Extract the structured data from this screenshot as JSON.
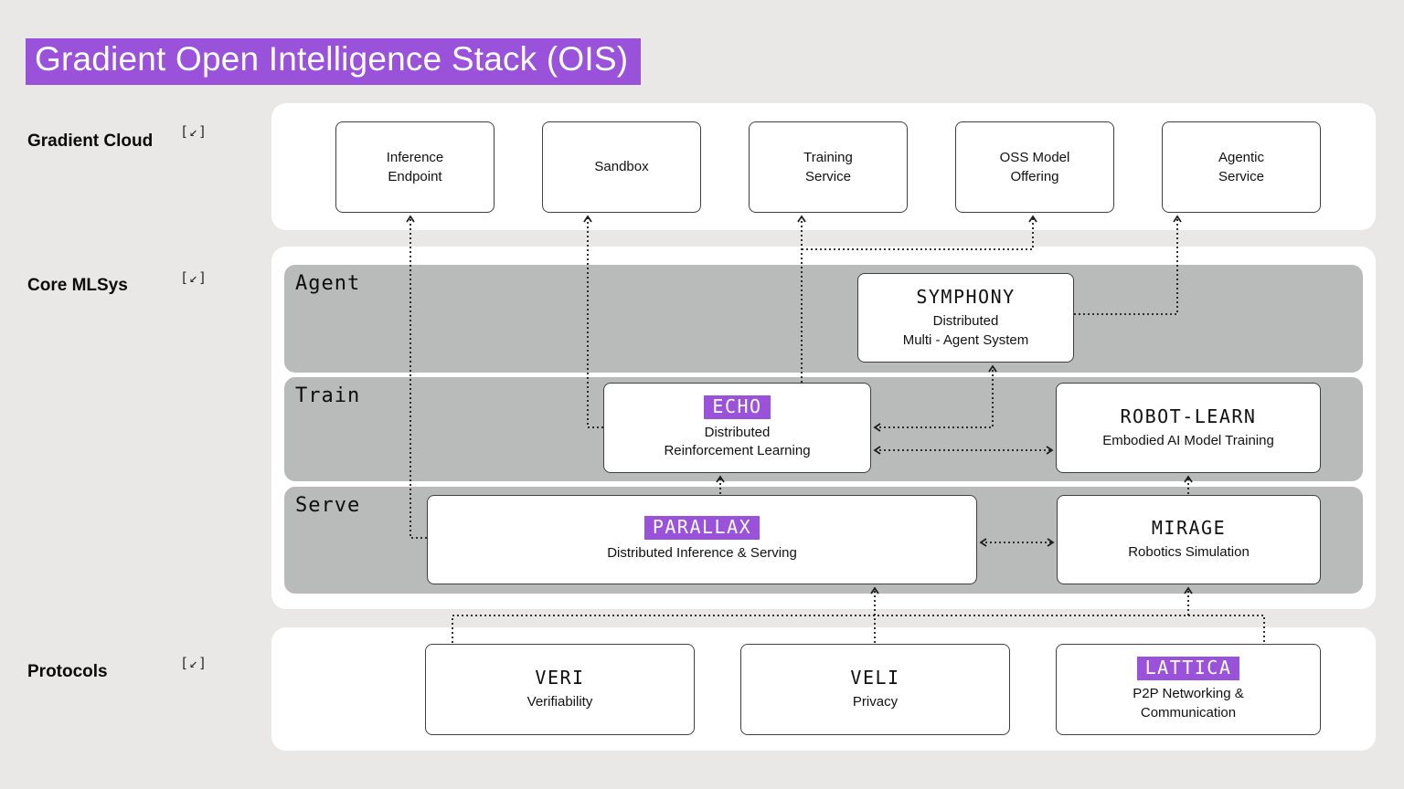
{
  "page_title": "Gradient Open Intelligence Stack (OIS)",
  "row_labels": {
    "cloud": {
      "label": "Gradient Cloud",
      "icon": "[↙]"
    },
    "mlsys": {
      "label": "Core MLSys",
      "icon": "[↙]"
    },
    "protocols": {
      "label": "Protocols",
      "icon": "[↙]"
    }
  },
  "cloud_boxes": [
    {
      "lines": [
        "Inference",
        "Endpoint"
      ]
    },
    {
      "lines": [
        "Sandbox"
      ]
    },
    {
      "lines": [
        "Training",
        "Service"
      ]
    },
    {
      "lines": [
        "OSS Model",
        "Offering"
      ]
    },
    {
      "lines": [
        "Agentic",
        "Service"
      ]
    }
  ],
  "bands": [
    {
      "label": "Agent"
    },
    {
      "label": "Train"
    },
    {
      "label": "Serve"
    }
  ],
  "products": {
    "symphony": {
      "name": "SYMPHONY",
      "desc_lines": [
        "Distributed",
        "Multi - Agent System"
      ]
    },
    "echo": {
      "name": "ECHO",
      "desc_lines": [
        "Distributed",
        "Reinforcement Learning"
      ]
    },
    "robot_learn": {
      "name": "ROBOT-LEARN",
      "desc_lines": [
        "Embodied AI Model Training"
      ]
    },
    "parallax": {
      "name": "PARALLAX",
      "desc_lines": [
        "Distributed Inference & Serving"
      ]
    },
    "mirage": {
      "name": "MIRAGE",
      "desc_lines": [
        "Robotics Simulation"
      ]
    },
    "veri": {
      "name": "VERI",
      "desc_lines": [
        "Verifiability"
      ]
    },
    "veli": {
      "name": "VELI",
      "desc_lines": [
        "Privacy"
      ]
    },
    "lattica": {
      "name": "LATTICA",
      "desc_lines": [
        "P2P Networking &",
        "Communication"
      ]
    }
  },
  "colors": {
    "accent": "#9952d9",
    "band": "#b9bbba",
    "page_bg": "#e9e8e6",
    "line": "#1a1a1a"
  }
}
